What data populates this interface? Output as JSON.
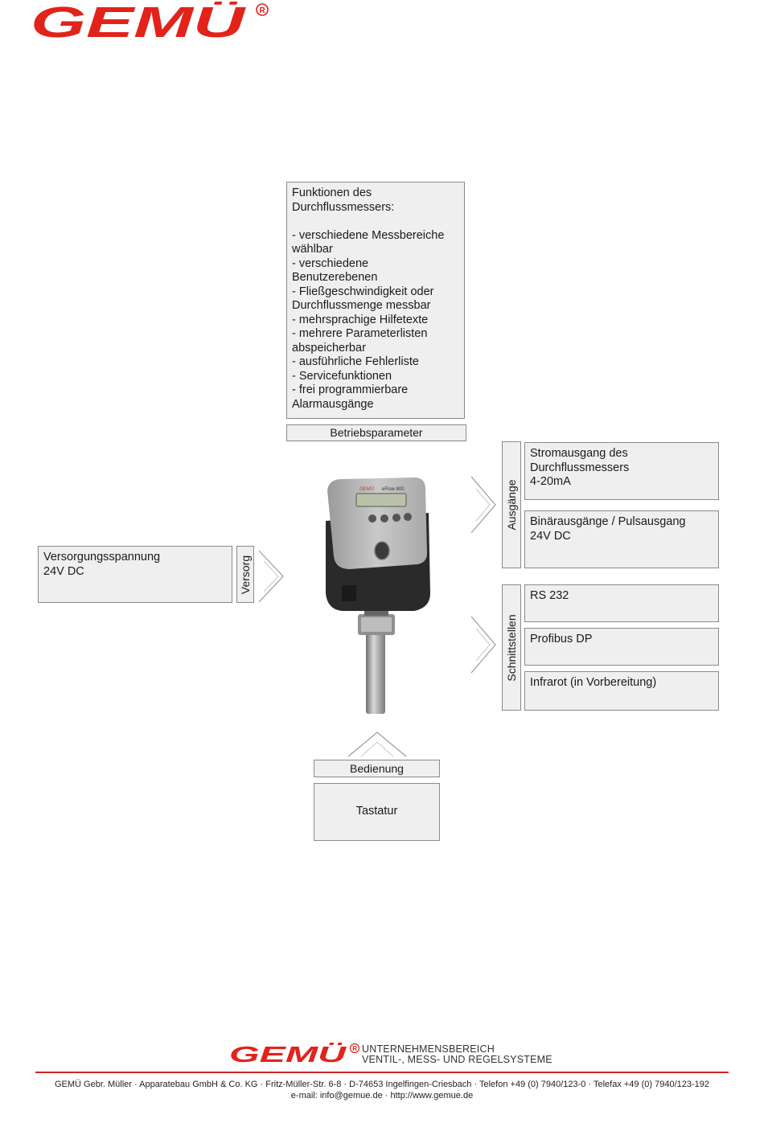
{
  "brand": {
    "logo_text": "GEMÜ",
    "registered": "®",
    "color": "#e2231a"
  },
  "functions_box": {
    "text": "Funktionen des\nDurchflussmessers:\n\n- verschiedene Messbereiche\n  wählbar\n- verschiedene\n  Benutzerebenen\n- Fließgeschwindigkeit oder\n  Durchflussmenge messbar\n- mehrsprachige Hilfetexte\n- mehrere Parameterlisten\n  abspeicherbar\n- ausführliche Fehlerliste\n- Servicefunktionen\n- frei programmierbare\n  Alarmausgänge"
  },
  "labels": {
    "betriebsparameter": "Betriebsparameter",
    "versorg": "Versorg",
    "ausgaenge": "Ausgänge",
    "schnittstellen": "Schnittstellen",
    "bedienung": "Bedienung"
  },
  "supply_box": {
    "text": "Versorgungsspannung\n24V DC"
  },
  "outputs": [
    {
      "text": "Stromausgang des\nDurchflussmessers\n4-20mA"
    },
    {
      "text": "Binärausgänge / Pulsausgang\n24V DC"
    }
  ],
  "interfaces": [
    {
      "text": "RS 232"
    },
    {
      "text": "Profibus DP"
    },
    {
      "text": "Infrarot (in Vorbereitung)"
    }
  ],
  "operation_box": {
    "text": "Tastatur"
  },
  "device": {
    "brand_label": "GEMÜ",
    "model_label": "eFlow 800"
  },
  "footer": {
    "logo_text": "GEMÜ",
    "division_line1": "UNTERNEHMENSBEREICH",
    "division_line2": "VENTIL-, MESS- UND REGELSYSTEME",
    "address": "GEMÜ Gebr. Müller · Apparatebau GmbH & Co. KG · Fritz-Müller-Str. 6-8 · D-74653 Ingelfingen-Criesbach · Telefon +49 (0) 7940/123-0 · Telefax +49 (0) 7940/123-192",
    "contact": "e-mail: info@gemue.de · http://www.gemue.de"
  }
}
